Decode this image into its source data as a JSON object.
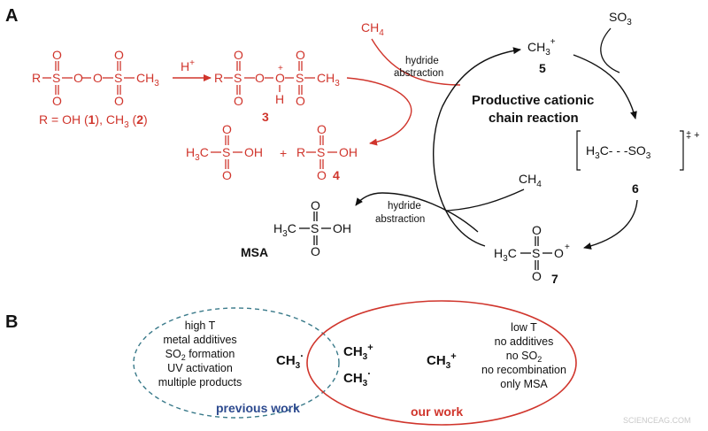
{
  "panels": {
    "a_label": "A",
    "b_label": "B"
  },
  "colors": {
    "red": "#d0352c",
    "black": "#111111",
    "blue_label": "#2d4a8f",
    "dashed_outline": "#3a7a8a"
  },
  "panel_a": {
    "reactant_prefix": "R",
    "reactant_suffix": "CH",
    "sub_3": "3",
    "proton": "H",
    "plus": "+",
    "r_def_text": "R = OH (",
    "r_def_1": "1",
    "r_def_mid": "), CH",
    "r_def_2": "2",
    "r_def_end": ")",
    "intermediate_label": "3",
    "product_4_label": "4",
    "methane_red": "CH",
    "sub_4": "4",
    "hydride_line1": "hydride",
    "hydride_line2": "abstraction",
    "ch3plus": "CH",
    "label_5": "5",
    "so3": "SO",
    "cycle_title_line1": "Productive cationic",
    "cycle_title_line2": "chain reaction",
    "ts_left": "H",
    "ts_mid": "C- - -SO",
    "ts_dagger": "‡ +",
    "label_6": "6",
    "methane_black": "CH",
    "label_7": "7",
    "msa_label": "MSA",
    "msa_formula": "H",
    "oh": "OH",
    "h3c": "H",
    "plus_sign": "+"
  },
  "panel_b": {
    "left_conditions": [
      "high T",
      "metal additives",
      "SO",
      "UV activation",
      "multiple products"
    ],
    "so2_formation": " formation",
    "left_species": "CH",
    "overlap_species_1": "CH",
    "overlap_species_2": "CH",
    "right_species": "CH",
    "right_conditions": [
      "low T",
      "no additives",
      "no SO",
      "no recombination",
      "only MSA"
    ],
    "previous_label": "previous work",
    "our_label": "our work",
    "watermark": "SCIENCEAG.COM"
  }
}
